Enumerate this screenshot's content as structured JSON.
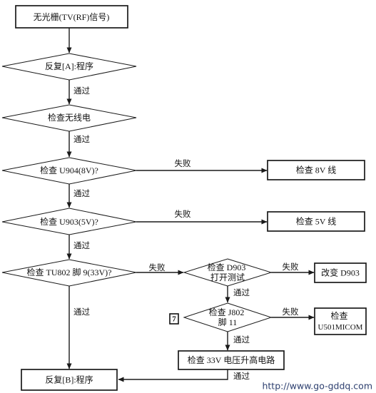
{
  "diagram": {
    "start": "无光栅(TV(RF)信号)",
    "step_a": "反复[A]:程序",
    "check_radio": "检查无线电",
    "check_u904": "检查 U904(8V)?",
    "check_u903": "检查 U903(5V)?",
    "check_tu802": "检查 TU802 脚 9(33V)?",
    "check_d903": [
      "检查 D903",
      "打开测试"
    ],
    "check_j802": [
      "检查 J802",
      "脚 11"
    ],
    "box_8v": "检查 8V 线",
    "box_5v": "检查 5V 线",
    "box_d903": "改变 D903",
    "box_micom": [
      "检查",
      "U501MICOM"
    ],
    "box_33v": "检查 33V 电压升高电路",
    "step_b": "反复[B]:程序",
    "pass_label": "通过",
    "fail_label": "失败",
    "badge": "7"
  },
  "watermark": "http://www.go-gddq.com"
}
